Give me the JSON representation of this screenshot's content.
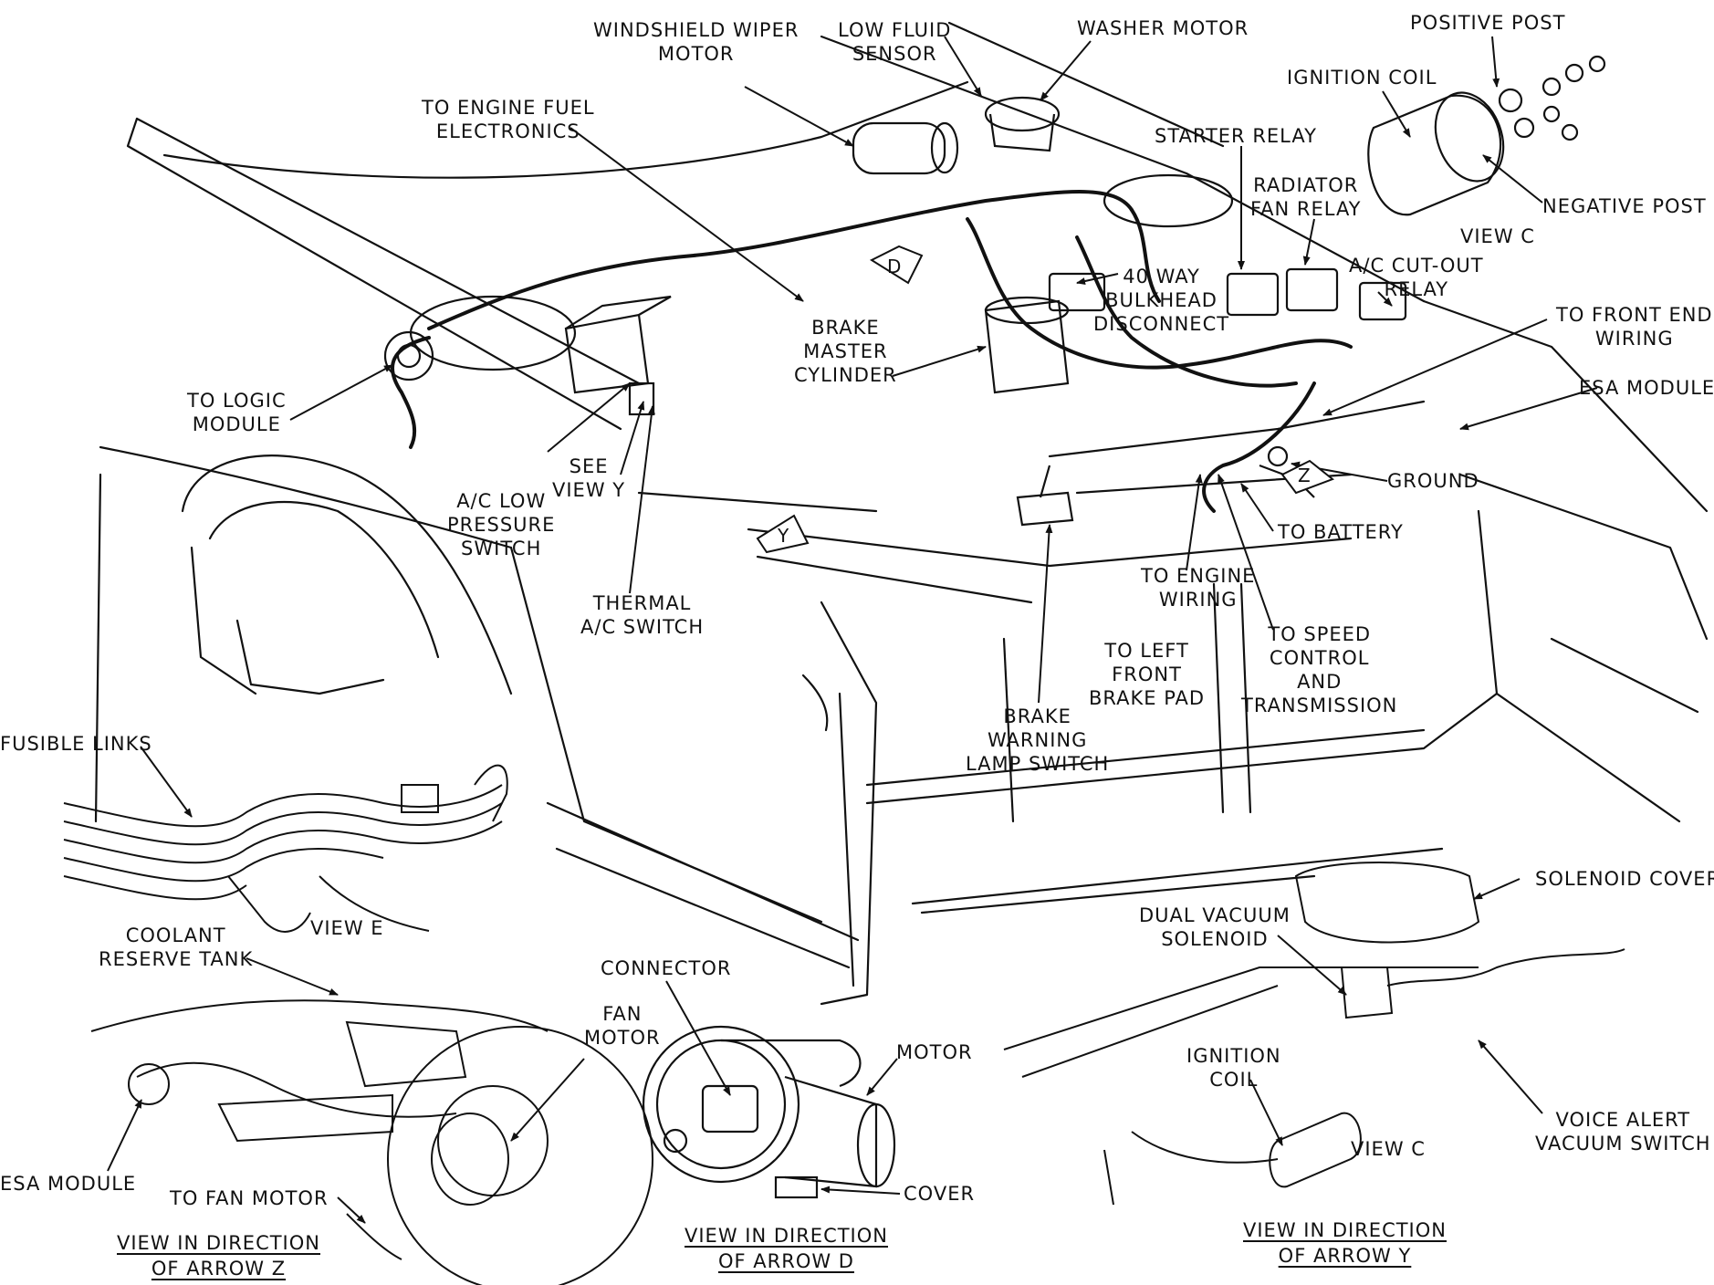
{
  "colors": {
    "ink": "#111111",
    "paper": "#ffffff"
  },
  "labels": {
    "windshield_wiper_motor": [
      "WINDSHIELD WIPER",
      "MOTOR"
    ],
    "low_fluid_sensor": [
      "LOW FLUID",
      "SENSOR"
    ],
    "washer_motor": [
      "WASHER MOTOR"
    ],
    "positive_post": [
      "POSITIVE POST"
    ],
    "ignition_coil_top": [
      "IGNITION COIL"
    ],
    "negative_post": [
      "NEGATIVE POST"
    ],
    "view_c_top": [
      "VIEW C"
    ],
    "to_engine_fuel_electronics": [
      "TO ENGINE FUEL",
      "ELECTRONICS"
    ],
    "starter_relay": [
      "STARTER RELAY"
    ],
    "radiator_fan_relay": [
      "RADIATOR",
      "FAN RELAY"
    ],
    "forty_way_bulkhead": [
      "40 WAY",
      "BULKHEAD",
      "DISCONNECT"
    ],
    "ac_cutout_relay": [
      "A/C CUT-OUT",
      "RELAY"
    ],
    "to_front_end_wiring": [
      "TO FRONT END",
      "WIRING"
    ],
    "esa_module_right": [
      "ESA MODULE"
    ],
    "brake_master_cylinder": [
      "BRAKE",
      "MASTER",
      "CYLINDER"
    ],
    "to_logic_module": [
      "TO LOGIC",
      "MODULE"
    ],
    "see_view_y": [
      "SEE",
      "VIEW Y"
    ],
    "ac_low_pressure_switch": [
      "A/C LOW",
      "PRESSURE",
      "SWITCH"
    ],
    "thermal_ac_switch": [
      "THERMAL",
      "A/C SWITCH"
    ],
    "ground": [
      "GROUND"
    ],
    "to_battery": [
      "TO BATTERY"
    ],
    "to_engine_wiring": [
      "TO ENGINE",
      "WIRING"
    ],
    "to_speed_control": [
      "TO SPEED",
      "CONTROL",
      "AND",
      "TRANSMISSION"
    ],
    "to_left_front_brake_pad": [
      "TO LEFT",
      "FRONT",
      "BRAKE PAD"
    ],
    "brake_warning_lamp_switch": [
      "BRAKE",
      "WARNING",
      "LAMP SWITCH"
    ],
    "fusible_links": [
      "FUSIBLE LINKS"
    ],
    "view_e": [
      "VIEW E"
    ],
    "coolant_reserve_tank": [
      "COOLANT",
      "RESERVE TANK"
    ],
    "fan_motor": [
      "FAN",
      "MOTOR"
    ],
    "esa_module_left": [
      "ESA MODULE"
    ],
    "to_fan_motor": [
      "TO FAN MOTOR"
    ],
    "connector": [
      "CONNECTOR"
    ],
    "motor": [
      "MOTOR"
    ],
    "cover": [
      "COVER"
    ],
    "solenoid_cover": [
      "SOLENOID COVER"
    ],
    "dual_vacuum_solenoid": [
      "DUAL VACUUM",
      "SOLENOID"
    ],
    "ignition_coil_bottom": [
      "IGNITION",
      "COIL"
    ],
    "voice_alert_vacuum_switch": [
      "VOICE ALERT",
      "VACUUM SWITCH"
    ],
    "view_c_bottom": [
      "VIEW C"
    ]
  },
  "captions": {
    "arrow_z": [
      "VIEW IN DIRECTION",
      "OF ARROW Z"
    ],
    "arrow_d": [
      "VIEW IN DIRECTION",
      "OF ARROW D"
    ],
    "arrow_y": [
      "VIEW IN DIRECTION",
      "OF ARROW Y"
    ]
  },
  "arrow_markers": {
    "d": "D",
    "y": "Y",
    "z": "Z"
  }
}
